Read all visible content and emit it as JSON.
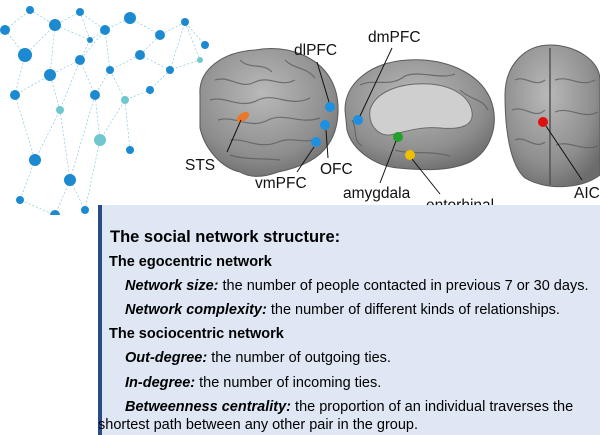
{
  "brain_labels": {
    "dlpfc": "dlPFC",
    "dmpfc": "dmPFC",
    "sts": "STS",
    "ofc": "OFC",
    "vmpfc": "vmPFC",
    "amygdala": "amygdala",
    "entorhinal": "entorhinal",
    "aic": "AIC"
  },
  "colors": {
    "panel_bg": "#dfe7f4",
    "panel_border": "#274c86",
    "network_node": "#1c8ad0",
    "network_node_light": "#6fc8cf",
    "sts_marker": "#e8782a",
    "pfc_marker": "#1e90e0",
    "amygdala_marker": "#1fa12b",
    "entorhinal_marker": "#f0c000",
    "aic_marker": "#e01010"
  },
  "panel": {
    "title": "The social network structure:",
    "egocentric": {
      "heading": "The egocentric network",
      "items": [
        {
          "term": "Network size:",
          "desc": " the number of people contacted in previous 7 or 30 days."
        },
        {
          "term": "Network complexity:",
          "desc": " the number of different kinds of relationships."
        }
      ]
    },
    "sociocentric": {
      "heading": "The sociocentric network",
      "items": [
        {
          "term": "Out-degree:",
          "desc": " the number of outgoing ties."
        },
        {
          "term": "In-degree:",
          "desc": " the number of incoming ties."
        },
        {
          "term": "Betweenness centrality:",
          "desc": " the proportion of an individual traverses the"
        }
      ],
      "continuation": "shortest path between any other pair in the group."
    }
  }
}
